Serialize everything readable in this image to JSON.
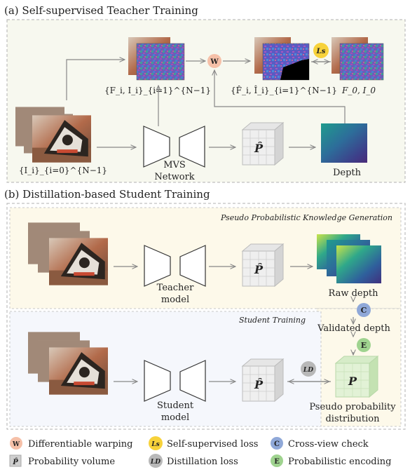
{
  "section_a": {
    "title": "(a) Self-supervised Teacher Training",
    "features_label": "{F_i, I_i}_{i=1}^{N−1}",
    "warped_label": "{F̂_i, Î_i}_{i=1}^{N−1}",
    "reference_label": "F_0, I_0",
    "input_label": "{I_i}_{i=0}^{N−1}",
    "network_label_1": "MVS",
    "network_label_2": "Network",
    "volume_symbol": "P̂",
    "depth_label": "Depth",
    "warp_symbol": "W",
    "loss_symbol": "Ls"
  },
  "section_b": {
    "title": "(b) Distillation-based Student Training",
    "pseudo_box_title": "Pseudo Probabilistic Knowledge Generation",
    "student_box_title": "Student Training",
    "teacher_label_1": "Teacher",
    "teacher_label_2": "model",
    "student_label_1": "Student",
    "student_label_2": "model",
    "raw_depth_label": "Raw depth",
    "validated_depth_label": "Validated depth",
    "pseudo_prob_label_1": "Pseudo probability",
    "pseudo_prob_label_2": "distribution",
    "volume_symbol": "P̂",
    "pseudo_symbol": "P",
    "check_symbol": "C",
    "encode_symbol": "E",
    "distill_symbol": "LD"
  },
  "legend": [
    {
      "symbol": "W",
      "text": "Differentiable warping",
      "color": "#f6c0a8"
    },
    {
      "symbol": "Ls",
      "text": "Self-supervised loss",
      "color": "#f7d23a"
    },
    {
      "symbol": "C",
      "text": "Cross-view check",
      "color": "#8fa8d8"
    },
    {
      "symbol": "P̂",
      "text": "Probability volume",
      "color": "#cfcfcf"
    },
    {
      "symbol": "LD",
      "text": "Distillation loss",
      "color": "#b8b8b8"
    },
    {
      "symbol": "E",
      "text": "Probabilistic encoding",
      "color": "#9fd38f"
    }
  ]
}
